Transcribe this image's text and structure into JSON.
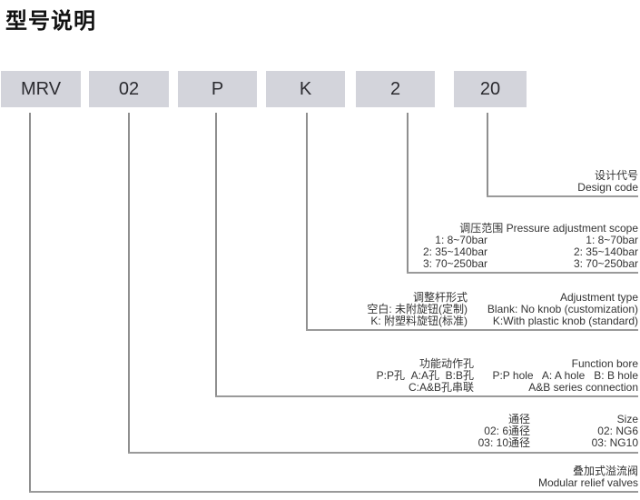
{
  "page": {
    "title": "型号说明"
  },
  "model_code": {
    "segments": [
      "MRV",
      "02",
      "P",
      "K",
      "2",
      "20"
    ]
  },
  "colors": {
    "box_fill": "#d3d4db",
    "connector_line": "#8f8f8f",
    "text": "#333333",
    "title": "#111111"
  },
  "blocks": {
    "design": {
      "cn": "设计代号",
      "en": "Design code"
    },
    "pressure": {
      "title": "调压范围 Pressure adjustment scope",
      "rows": [
        {
          "cn": "1: 8~70bar",
          "en": "1: 8~70bar"
        },
        {
          "cn": "2: 35~140bar",
          "en": "2: 35~140bar"
        },
        {
          "cn": "3: 70~250bar",
          "en": "3: 70~250bar"
        }
      ]
    },
    "adjustment": {
      "title_cn": "调整杆形式",
      "title_en": "Adjustment type",
      "rows": [
        {
          "cn": "空白: 未附旋钮(定制)",
          "en": "Blank: No knob (customization)"
        },
        {
          "cn": "K: 附塑料旋钮(标准)",
          "en": "K:With plastic knob (standard)"
        }
      ]
    },
    "function": {
      "title_cn": "功能动作孔",
      "title_en": "Function bore",
      "rows": [
        {
          "cn": "P:P孔  A:A孔  B:B孔",
          "en": "P:P hole   A: A hole   B: B hole"
        },
        {
          "cn": "C:A&B孔串联",
          "en": "A&B series connection"
        }
      ]
    },
    "size": {
      "title_cn": "通径",
      "title_en": "Size",
      "rows": [
        {
          "cn": "02: 6通径",
          "en": "02: NG6"
        },
        {
          "cn": "03: 10通径",
          "en": "03: NG10"
        }
      ]
    },
    "modular": {
      "cn": "叠加式溢流阀",
      "en": "Modular relief valves"
    }
  }
}
